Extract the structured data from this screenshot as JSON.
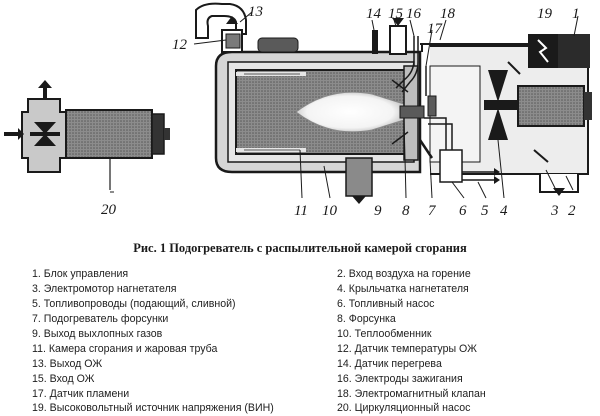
{
  "caption": "Рис. 1 Подогреватель с распылительной камерой сгорания",
  "callouts": {
    "c1": "1",
    "c2": "2",
    "c3": "3",
    "c4": "4",
    "c5": "5",
    "c6": "6",
    "c7": "7",
    "c8": "8",
    "c9": "9",
    "c10": "10",
    "c11": "11",
    "c12": "12",
    "c13": "13",
    "c14": "14",
    "c15": "15",
    "c16": "16",
    "c17": "17",
    "c18": "18",
    "c19": "19",
    "c20": "20"
  },
  "legend": {
    "left": [
      "1. Блок управления",
      "3. Электромотор нагнетателя",
      "5. Топливопроводы (подающий, сливной)",
      "7. Подогреватель форсунки",
      "9. Выход выхлопных газов",
      "11. Камера сгорания и жаровая труба",
      "13. Выход ОЖ",
      "15. Вход ОЖ",
      "17. Датчик пламени",
      "19. Высоковольтный источник напряжения (ВИН)"
    ],
    "right": [
      "2. Вход воздуха на горение",
      "4. Крыльчатка нагнетателя",
      "6. Топливный насос",
      "8. Форсунка",
      "10. Теплообменник",
      "12. Датчик температуры ОЖ",
      "14. Датчик перегрева",
      "16. Электроды зажигания",
      "18. Электромагнитный клапан",
      "20. Циркуляционный насос"
    ]
  }
}
